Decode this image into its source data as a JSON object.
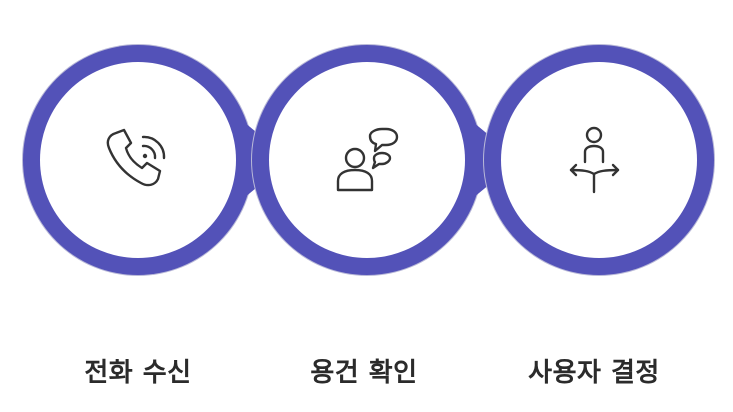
{
  "colors": {
    "ring": "#5352b8",
    "ring_edge": "#b9b9d8",
    "icon": "#333333",
    "label": "#2b2b2b",
    "background": "#ffffff"
  },
  "steps": [
    {
      "label": "전화 수신",
      "icon": "phone-ringing-icon"
    },
    {
      "label": "용건 확인",
      "icon": "people-chat-icon"
    },
    {
      "label": "사용자 결정",
      "icon": "person-decision-arrows-icon"
    }
  ]
}
